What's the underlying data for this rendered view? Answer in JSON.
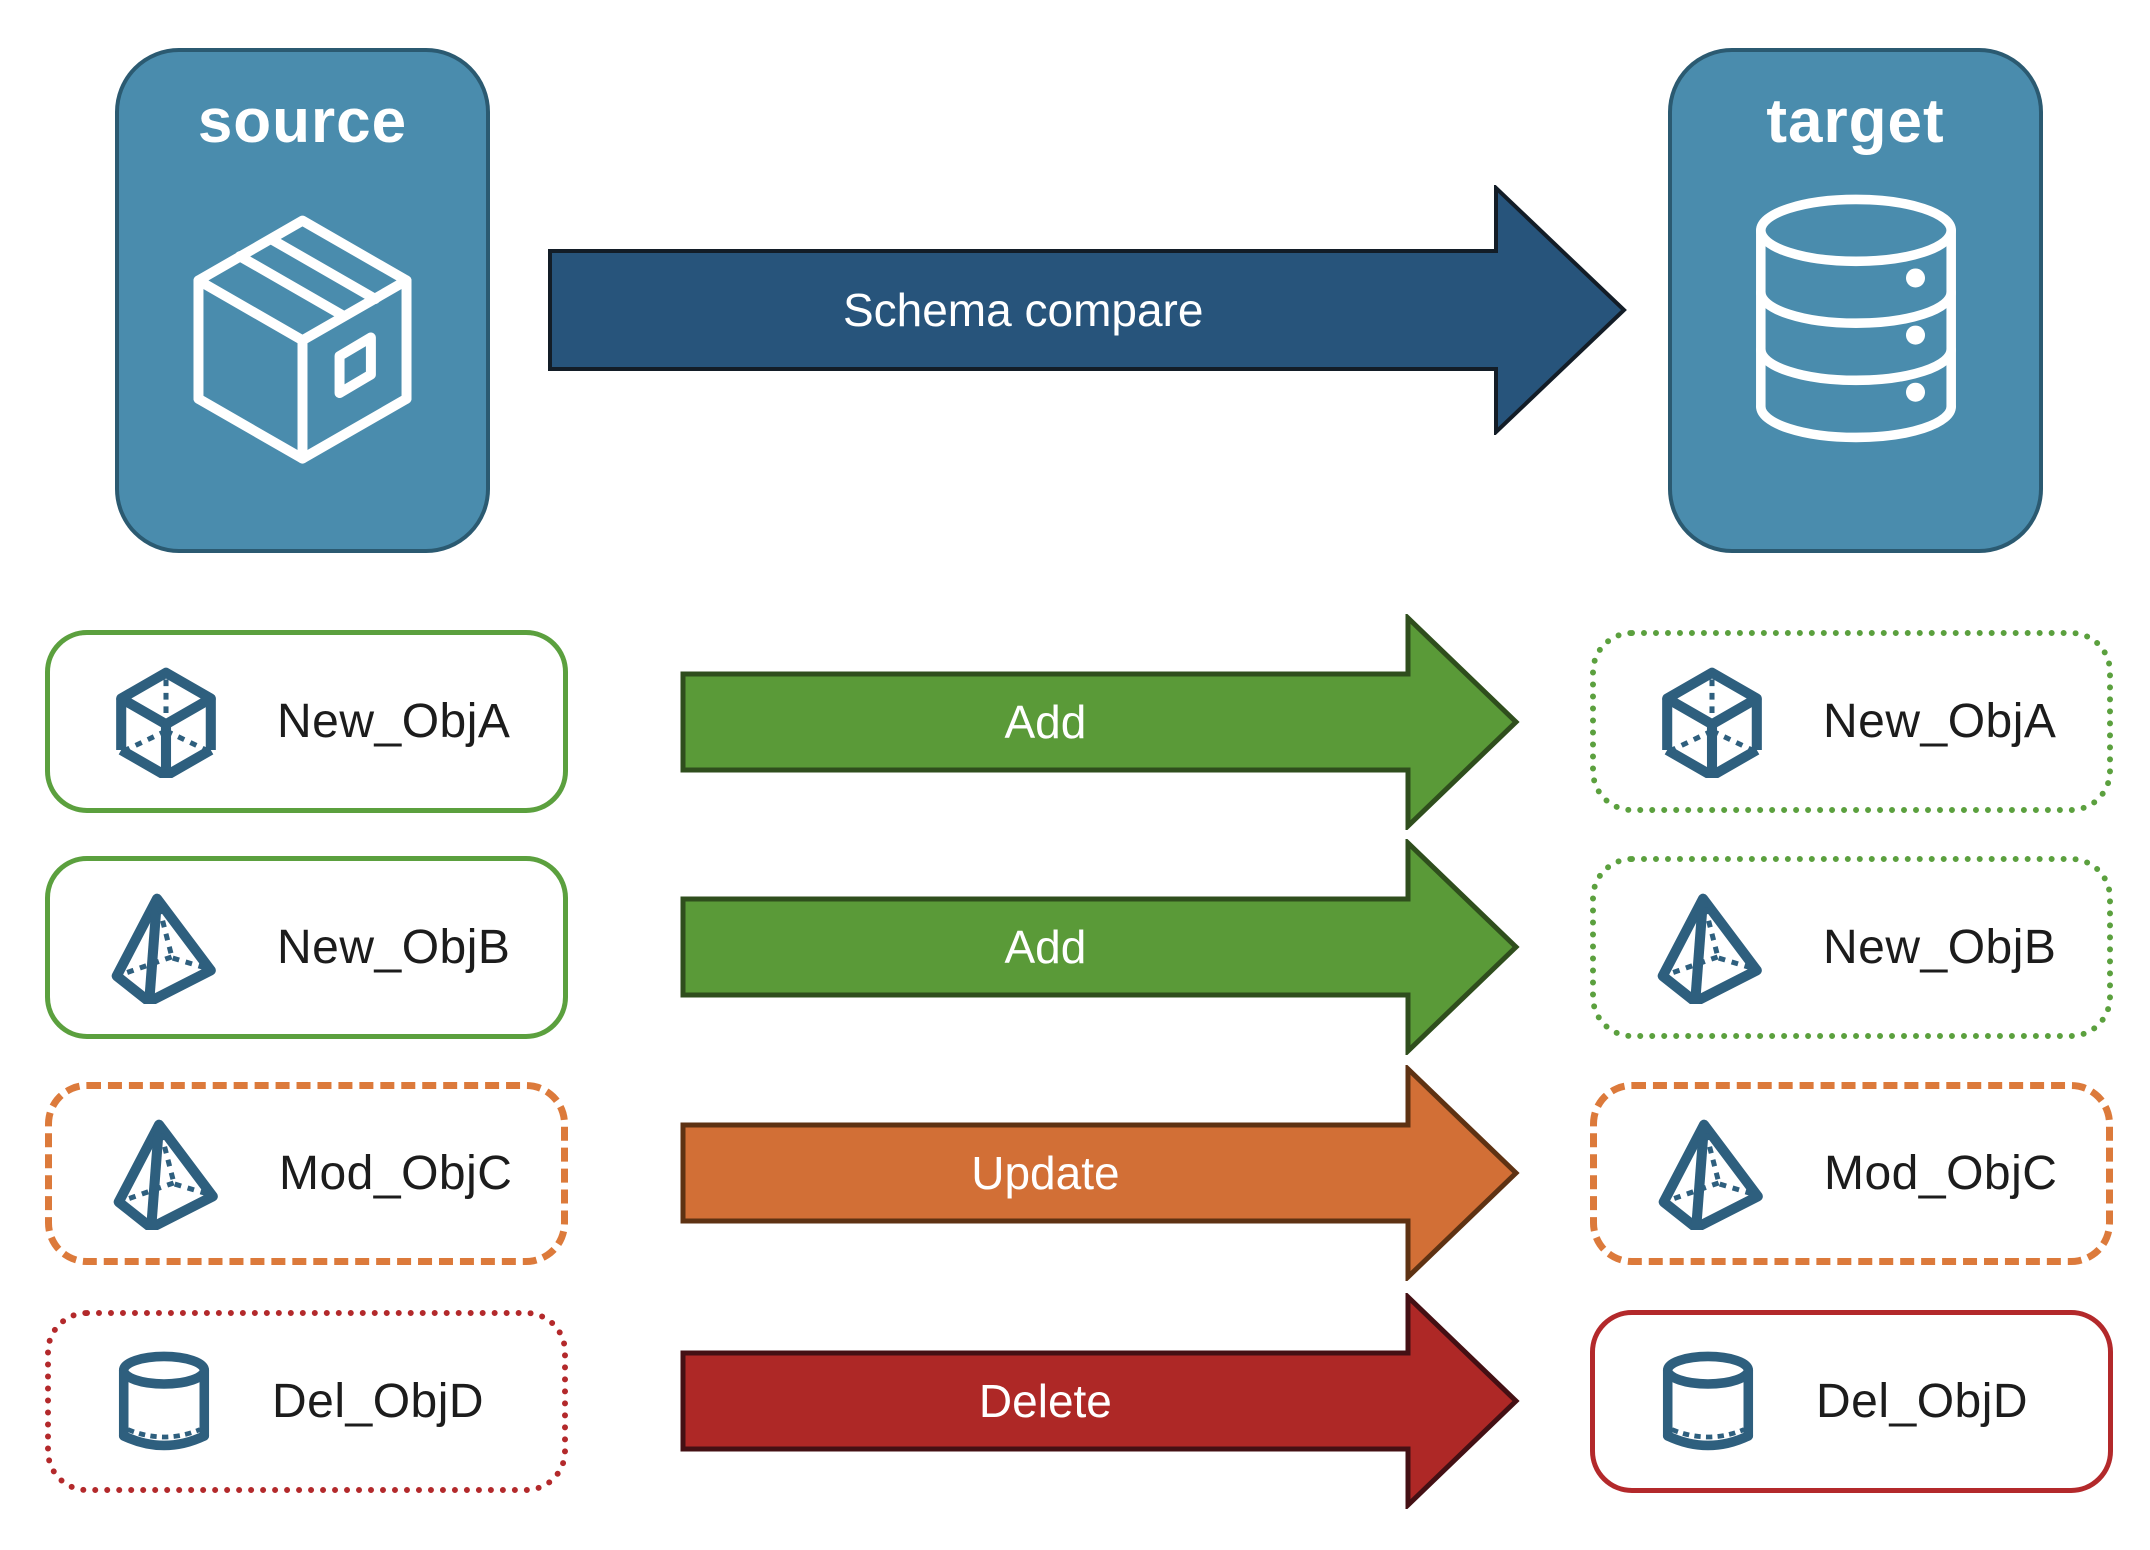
{
  "nodes": {
    "source": {
      "label": "source",
      "icon": "package-box-icon"
    },
    "target": {
      "label": "target",
      "icon": "database-icon"
    }
  },
  "compare_arrow": {
    "label": "Schema compare"
  },
  "rows": [
    {
      "object": "New_ObjA",
      "icon": "cube-icon",
      "action": "Add",
      "source_border": "solid-green",
      "target_border": "dotted-green"
    },
    {
      "object": "New_ObjB",
      "icon": "pyramid-icon",
      "action": "Add",
      "source_border": "solid-green",
      "target_border": "dotted-green"
    },
    {
      "object": "Mod_ObjC",
      "icon": "pyramid-icon",
      "action": "Update",
      "source_border": "dashed-orange",
      "target_border": "dashed-orange"
    },
    {
      "object": "Del_ObjD",
      "icon": "cylinder-icon",
      "action": "Delete",
      "source_border": "dotted-red",
      "target_border": "solid-red"
    }
  ],
  "colors": {
    "node_fill": "#4A8CAD",
    "node_border": "#2B5A71",
    "compare_arrow_fill": "#27547B",
    "add_arrow_fill": "#5A9A38",
    "update_arrow_fill": "#D26F36",
    "delete_arrow_fill": "#AE2826",
    "new_border": "#5BA03E",
    "modified_border": "#DC7A3B",
    "deleted_border": "#B3292B",
    "icon_stroke": "#2E5F7E"
  }
}
